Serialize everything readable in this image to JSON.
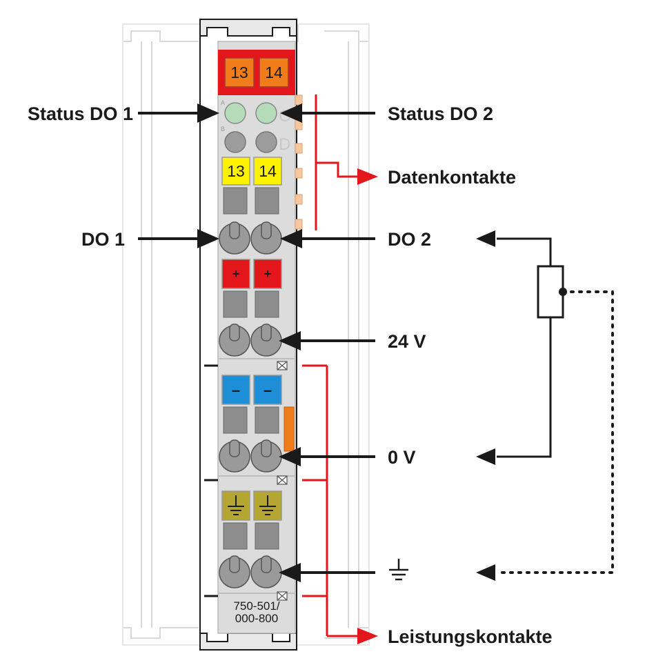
{
  "labels": {
    "status_do1": "Status DO 1",
    "status_do2": "Status DO 2",
    "datenkontakte": "Datenkontakte",
    "do1": "DO 1",
    "do2": "DO 2",
    "v24": "24 V",
    "v0": "0 V",
    "leistungskontakte": "Leistungskontakte"
  },
  "module": {
    "top_left": "13",
    "top_right": "14",
    "yellow_left": "13",
    "yellow_right": "14",
    "plus_left": "+",
    "plus_right": "+",
    "minus_left": "–",
    "minus_right": "–",
    "led_a": "A",
    "led_b": "B",
    "led_c": "C",
    "led_d": "D",
    "part_line1": "750-501/",
    "part_line2": "000-800"
  },
  "colors": {
    "arrow": "#1a1a1a",
    "red": "#e3161b",
    "housing": "#dcdcdc",
    "orange": "#f07d1a",
    "yellow": "#fff200",
    "plus_red": "#e3161b",
    "minus_blue": "#1e8fd6",
    "ground_olive": "#b5a531",
    "led_green": "#b4dcb8",
    "led_grey": "#9c9c9c"
  }
}
